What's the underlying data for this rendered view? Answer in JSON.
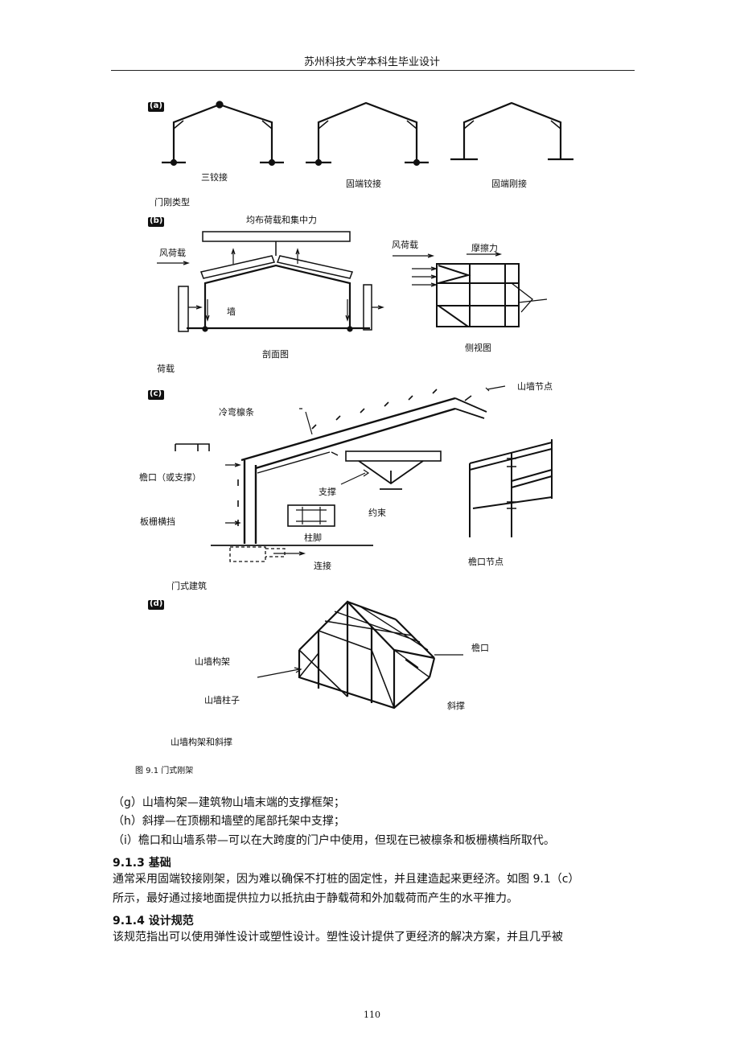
{
  "header": {
    "title": "苏州科技大学本科生毕业设计"
  },
  "figure": {
    "panel_a": {
      "tag": "(a)",
      "label_1": "三铰接",
      "label_2": "固端铰接",
      "label_3": "固端刚接",
      "caption": "门刚类型"
    },
    "panel_b": {
      "tag": "(b)",
      "top_load": "均布荷载和集中力",
      "wind_left": "风荷载",
      "wall": "墙",
      "section": "剖面图",
      "wind_right": "风荷载",
      "friction": "摩擦力",
      "side_view": "侧视图",
      "caption": "荷载"
    },
    "panel_c": {
      "tag": "(c)",
      "gable_node": "山墙节点",
      "purlin": "冷弯檩条",
      "eave": "檐口（或支撑）",
      "brace": "支撑",
      "girt": "板栅横挡",
      "restraint": "约束",
      "column_base": "柱脚",
      "connection": "连接",
      "eave_node": "檐口节点",
      "caption": "门式建筑"
    },
    "panel_d": {
      "tag": "(d)",
      "gable_frame": "山墙构架",
      "gable_column": "山墙柱子",
      "eave": "檐口",
      "diag_brace": "斜撑",
      "caption": "山墙构架和斜撑"
    },
    "caption": "图 9.1  门式刚架"
  },
  "body": {
    "item_g": "（g）山墙构架—建筑物山墙末端的支撑框架；",
    "item_h": "（h）斜撑—在顶棚和墙壁的尾部托架中支撑；",
    "item_i": "（i）檐口和山墙系带—可以在大跨度的门户中使用，但现在已被檩条和板栅横档所取代。",
    "h_913": "9.1.3 基础",
    "p_913_1": "通常采用固端铰接刚架，因为难以确保不打桩的固定性，并且建造起来更经济。如图 9.1（c）",
    "p_913_2": "所示，最好通过接地面提供拉力以抵抗由于静载荷和外加载荷而产生的水平推力。",
    "h_914": "9.1.4 设计规范",
    "p_914_1": "该规范指出可以使用弹性设计或塑性设计。塑性设计提供了更经济的解决方案，并且几乎被"
  },
  "footer": {
    "page_number": "110"
  }
}
